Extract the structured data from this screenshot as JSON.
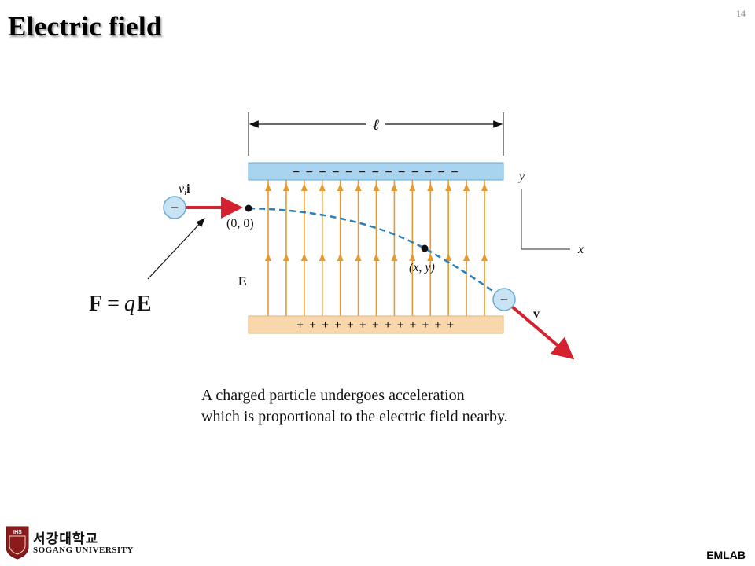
{
  "slide": {
    "title": "Electric field",
    "page_number": "14",
    "caption_line1": "A charged particle undergoes acceleration",
    "caption_line2": "which is proportional to the electric field nearby.",
    "footer_label": "EMLAB"
  },
  "logo": {
    "korean_name": "서강대학교",
    "english_name": "SOGANG UNIVERSITY",
    "seal_text": "IHS"
  },
  "diagram": {
    "length_label": "ℓ",
    "top_plate_charge": "− − − − − − − − − − − − −",
    "bottom_plate_charge": "+ + + + + + + + + + + + +",
    "field_label": "E",
    "origin_label": "(0, 0)",
    "point_label": "(x, y)",
    "axis_y_label": "y",
    "axis_x_label": "x",
    "velocity_label": "v",
    "initial_velocity_v": "v",
    "initial_velocity_sub": "i",
    "initial_velocity_unit": "i",
    "particle_sign": "−",
    "formula_F": "F",
    "formula_eq": "=",
    "formula_q": "q",
    "formula_E": "E",
    "colors": {
      "top_plate": "#a8d4ef",
      "bottom_plate": "#f8d7ad",
      "field_line": "#e69a2e",
      "trajectory": "#2d7fb8",
      "velocity_arrow": "#d4202f",
      "particle_fill": "#c8e3f4"
    },
    "field_line_count": 13
  }
}
